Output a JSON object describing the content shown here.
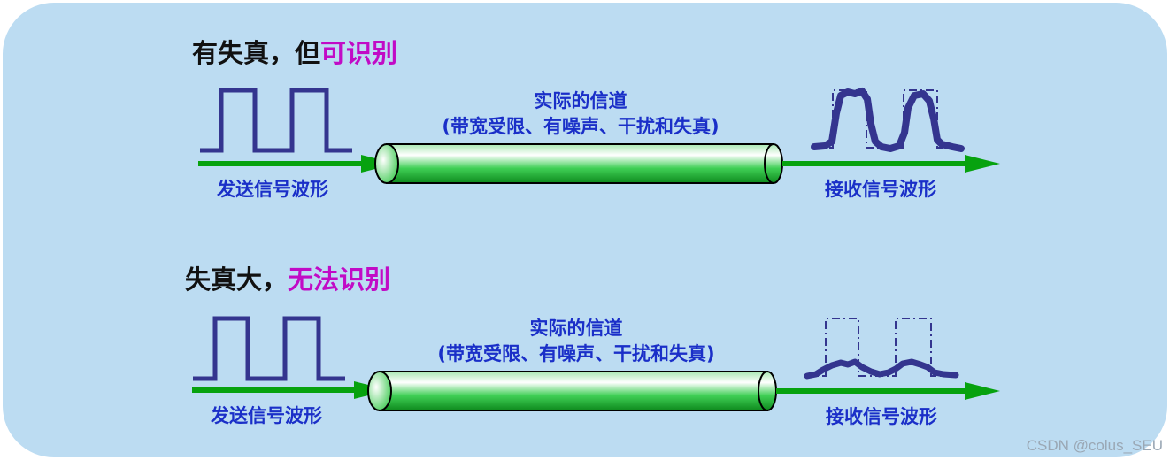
{
  "colors": {
    "panel": "#bcdcf2",
    "signal": "#34358f",
    "arrow": "#07a20f",
    "heading_black": "#111111",
    "heading_accent": "#c10bc6",
    "label": "#1a2fc8"
  },
  "scenarios": [
    {
      "heading_plain": "有失真，但",
      "heading_accent": "可识别",
      "channel_title": "实际的信道",
      "channel_subtitle": "(带宽受限、有噪声、干扰和失真)",
      "send_label": "发送信号波形",
      "receive_label": "接收信号波形"
    },
    {
      "heading_plain": "失真大，",
      "heading_accent": "无法识别",
      "channel_title": "实际的信道",
      "channel_subtitle": "(带宽受限、有噪声、干扰和失真)",
      "send_label": "发送信号波形",
      "receive_label": "接收信号波形"
    }
  ],
  "watermark": "CSDN @colus_SEU"
}
